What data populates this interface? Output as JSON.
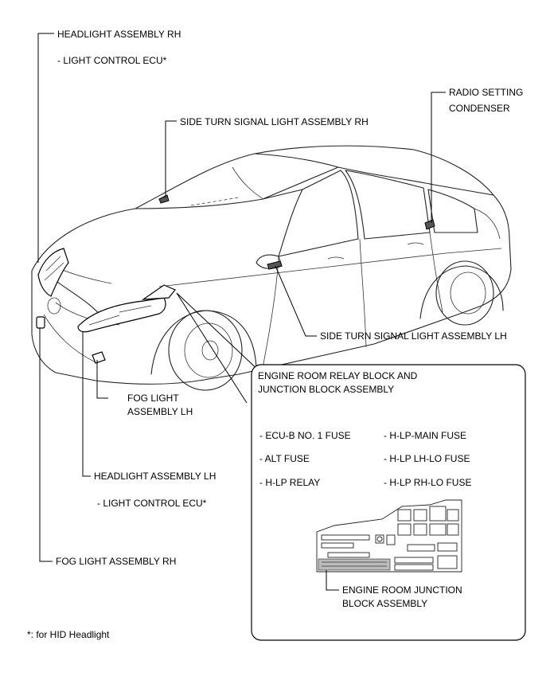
{
  "labels": {
    "headlight_rh": "HEADLIGHT ASSEMBLY RH",
    "light_control_ecu_rh": "- LIGHT CONTROL ECU*",
    "side_turn_rh": "SIDE TURN SIGNAL LIGHT ASSEMBLY RH",
    "radio_setting_line1": "RADIO SETTING",
    "radio_setting_line2": "CONDENSER",
    "side_turn_lh": "SIDE TURN SIGNAL LIGHT ASSEMBLY LH",
    "fog_lh_line1": "FOG LIGHT",
    "fog_lh_line2": "ASSEMBLY LH",
    "headlight_lh": "HEADLIGHT ASSEMBLY LH",
    "light_control_ecu_lh": "- LIGHT CONTROL ECU*",
    "fog_rh": "FOG LIGHT ASSEMBLY RH",
    "footnote": "*: for HID Headlight"
  },
  "relay_block": {
    "title_line1": "ENGINE ROOM RELAY BLOCK AND",
    "title_line2": "JUNCTION BLOCK ASSEMBLY",
    "items_left": [
      "- ECU-B NO. 1 FUSE",
      "- ALT FUSE",
      "- H-LP RELAY"
    ],
    "items_right": [
      "- H-LP-MAIN FUSE",
      "- H-LP LH-LO FUSE",
      "- H-LP RH-LO FUSE"
    ],
    "junction_line1": "ENGINE ROOM JUNCTION",
    "junction_line2": "BLOCK ASSEMBLY"
  }
}
